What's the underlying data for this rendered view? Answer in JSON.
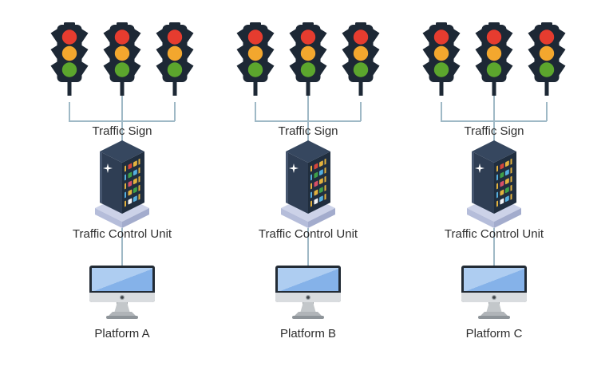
{
  "groups": [
    {
      "traffic_sign_label": "Traffic Sign",
      "traffic_control_unit_label": "Traffic Control Unit",
      "platform_label": "Platform A",
      "traffic_light_count": 3
    },
    {
      "traffic_sign_label": "Traffic Sign",
      "traffic_control_unit_label": "Traffic Control Unit",
      "platform_label": "Platform B",
      "traffic_light_count": 3
    },
    {
      "traffic_sign_label": "Traffic Sign",
      "traffic_control_unit_label": "Traffic Control Unit",
      "platform_label": "Platform C",
      "traffic_light_count": 3
    }
  ],
  "colors": {
    "background": "#ffffff",
    "connector_line": "#9fb9c6",
    "label_text": "#2e2e2e",
    "traffic_light_red": "#e63c2f",
    "traffic_light_amber": "#f3a72e",
    "traffic_light_green": "#5ca62d",
    "traffic_light_body": "#1d2835",
    "server_tower_left": "#2f3e54",
    "server_tower_right": "#202e3f",
    "server_tower_top": "#36475f",
    "server_edge_highlight": "#46566f",
    "server_base_top": "#ccd2e8",
    "server_base_left": "#b5bdda",
    "server_base_right": "#a3accd",
    "monitor_bezel": "#222b35",
    "monitor_screen_light": "#aecdf1",
    "monitor_screen_dark": "#85b2e9",
    "monitor_chin": "#d9dcdf"
  },
  "icons": [
    {
      "name": "traffic-light-icon",
      "meaning": "traffic signal with red, amber, green lamps"
    },
    {
      "name": "server-icon",
      "meaning": "traffic control unit server tower on base"
    },
    {
      "name": "monitor-icon",
      "meaning": "desktop computer monitor"
    }
  ]
}
